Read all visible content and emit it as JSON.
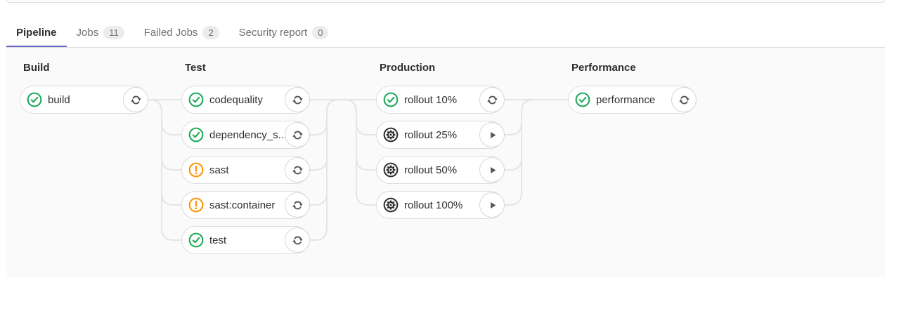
{
  "tabs": [
    {
      "label": "Pipeline",
      "active": true
    },
    {
      "label": "Jobs",
      "badge": "11"
    },
    {
      "label": "Failed Jobs",
      "badge": "2"
    },
    {
      "label": "Security report",
      "badge": "0"
    }
  ],
  "stages": [
    {
      "name": "Build",
      "jobs": [
        {
          "name": "build",
          "status": "success",
          "action": "retry"
        }
      ]
    },
    {
      "name": "Test",
      "jobs": [
        {
          "name": "codequality",
          "status": "success",
          "action": "retry"
        },
        {
          "name": "dependency_s...",
          "status": "success",
          "action": "retry"
        },
        {
          "name": "sast",
          "status": "warning",
          "action": "retry"
        },
        {
          "name": "sast:container",
          "status": "warning",
          "action": "retry"
        },
        {
          "name": "test",
          "status": "success",
          "action": "retry"
        }
      ]
    },
    {
      "name": "Production",
      "jobs": [
        {
          "name": "rollout 10%",
          "status": "success",
          "action": "retry"
        },
        {
          "name": "rollout 25%",
          "status": "manual",
          "action": "play"
        },
        {
          "name": "rollout 50%",
          "status": "manual",
          "action": "play"
        },
        {
          "name": "rollout 100%",
          "status": "manual",
          "action": "play"
        }
      ]
    },
    {
      "name": "Performance",
      "jobs": [
        {
          "name": "performance",
          "status": "success",
          "action": "retry"
        }
      ]
    }
  ],
  "colors": {
    "success": "#1aaa55",
    "warning": "#fc9403",
    "manual": "#2e2e2e",
    "action_icon": "#555555",
    "tab_accent": "#6666c4",
    "edge": "#e5e5e5"
  }
}
